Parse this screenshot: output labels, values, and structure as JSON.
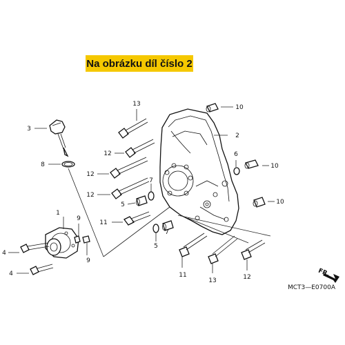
{
  "banner": {
    "text": "Na obrázku díl číslo 2",
    "color": "#f5c800"
  },
  "callouts": [
    "1",
    "2",
    "3",
    "4",
    "4",
    "5",
    "5",
    "6",
    "7",
    "7",
    "8",
    "9",
    "9",
    "10",
    "10",
    "10",
    "11",
    "11",
    "12",
    "12",
    "12",
    "12",
    "13",
    "13"
  ],
  "direction_label": "FR.",
  "diagram_code": "MCT3—E0700A"
}
